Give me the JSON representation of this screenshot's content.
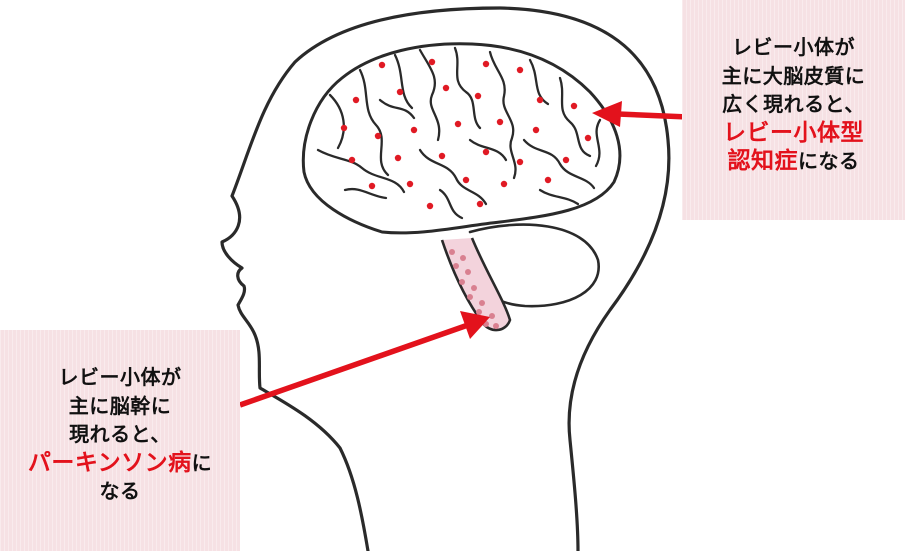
{
  "callouts": {
    "cortex": {
      "line1": "レビー小体が",
      "line2": "主に大脳皮質に",
      "line3": "広く現れると、",
      "line4_highlight": "レビー小体型",
      "line5_highlight": "認知症",
      "line5_rest": "になる"
    },
    "brainstem": {
      "line1": "レビー小体が",
      "line2": "主に脳幹に",
      "line3": "現れると、",
      "line4_highlight": "パーキンソン病",
      "line4_rest": "に",
      "line5": "なる"
    }
  },
  "colors": {
    "accent_red": "#e3121c",
    "callout_bg": "#f6e1e4",
    "dot_red": "#e01a24",
    "stem_dot": "#d98090",
    "outline": "#2a2a2a"
  },
  "icons": {
    "arrow_to_cortex": "red-arrow-icon",
    "arrow_to_brainstem": "red-arrow-icon"
  }
}
